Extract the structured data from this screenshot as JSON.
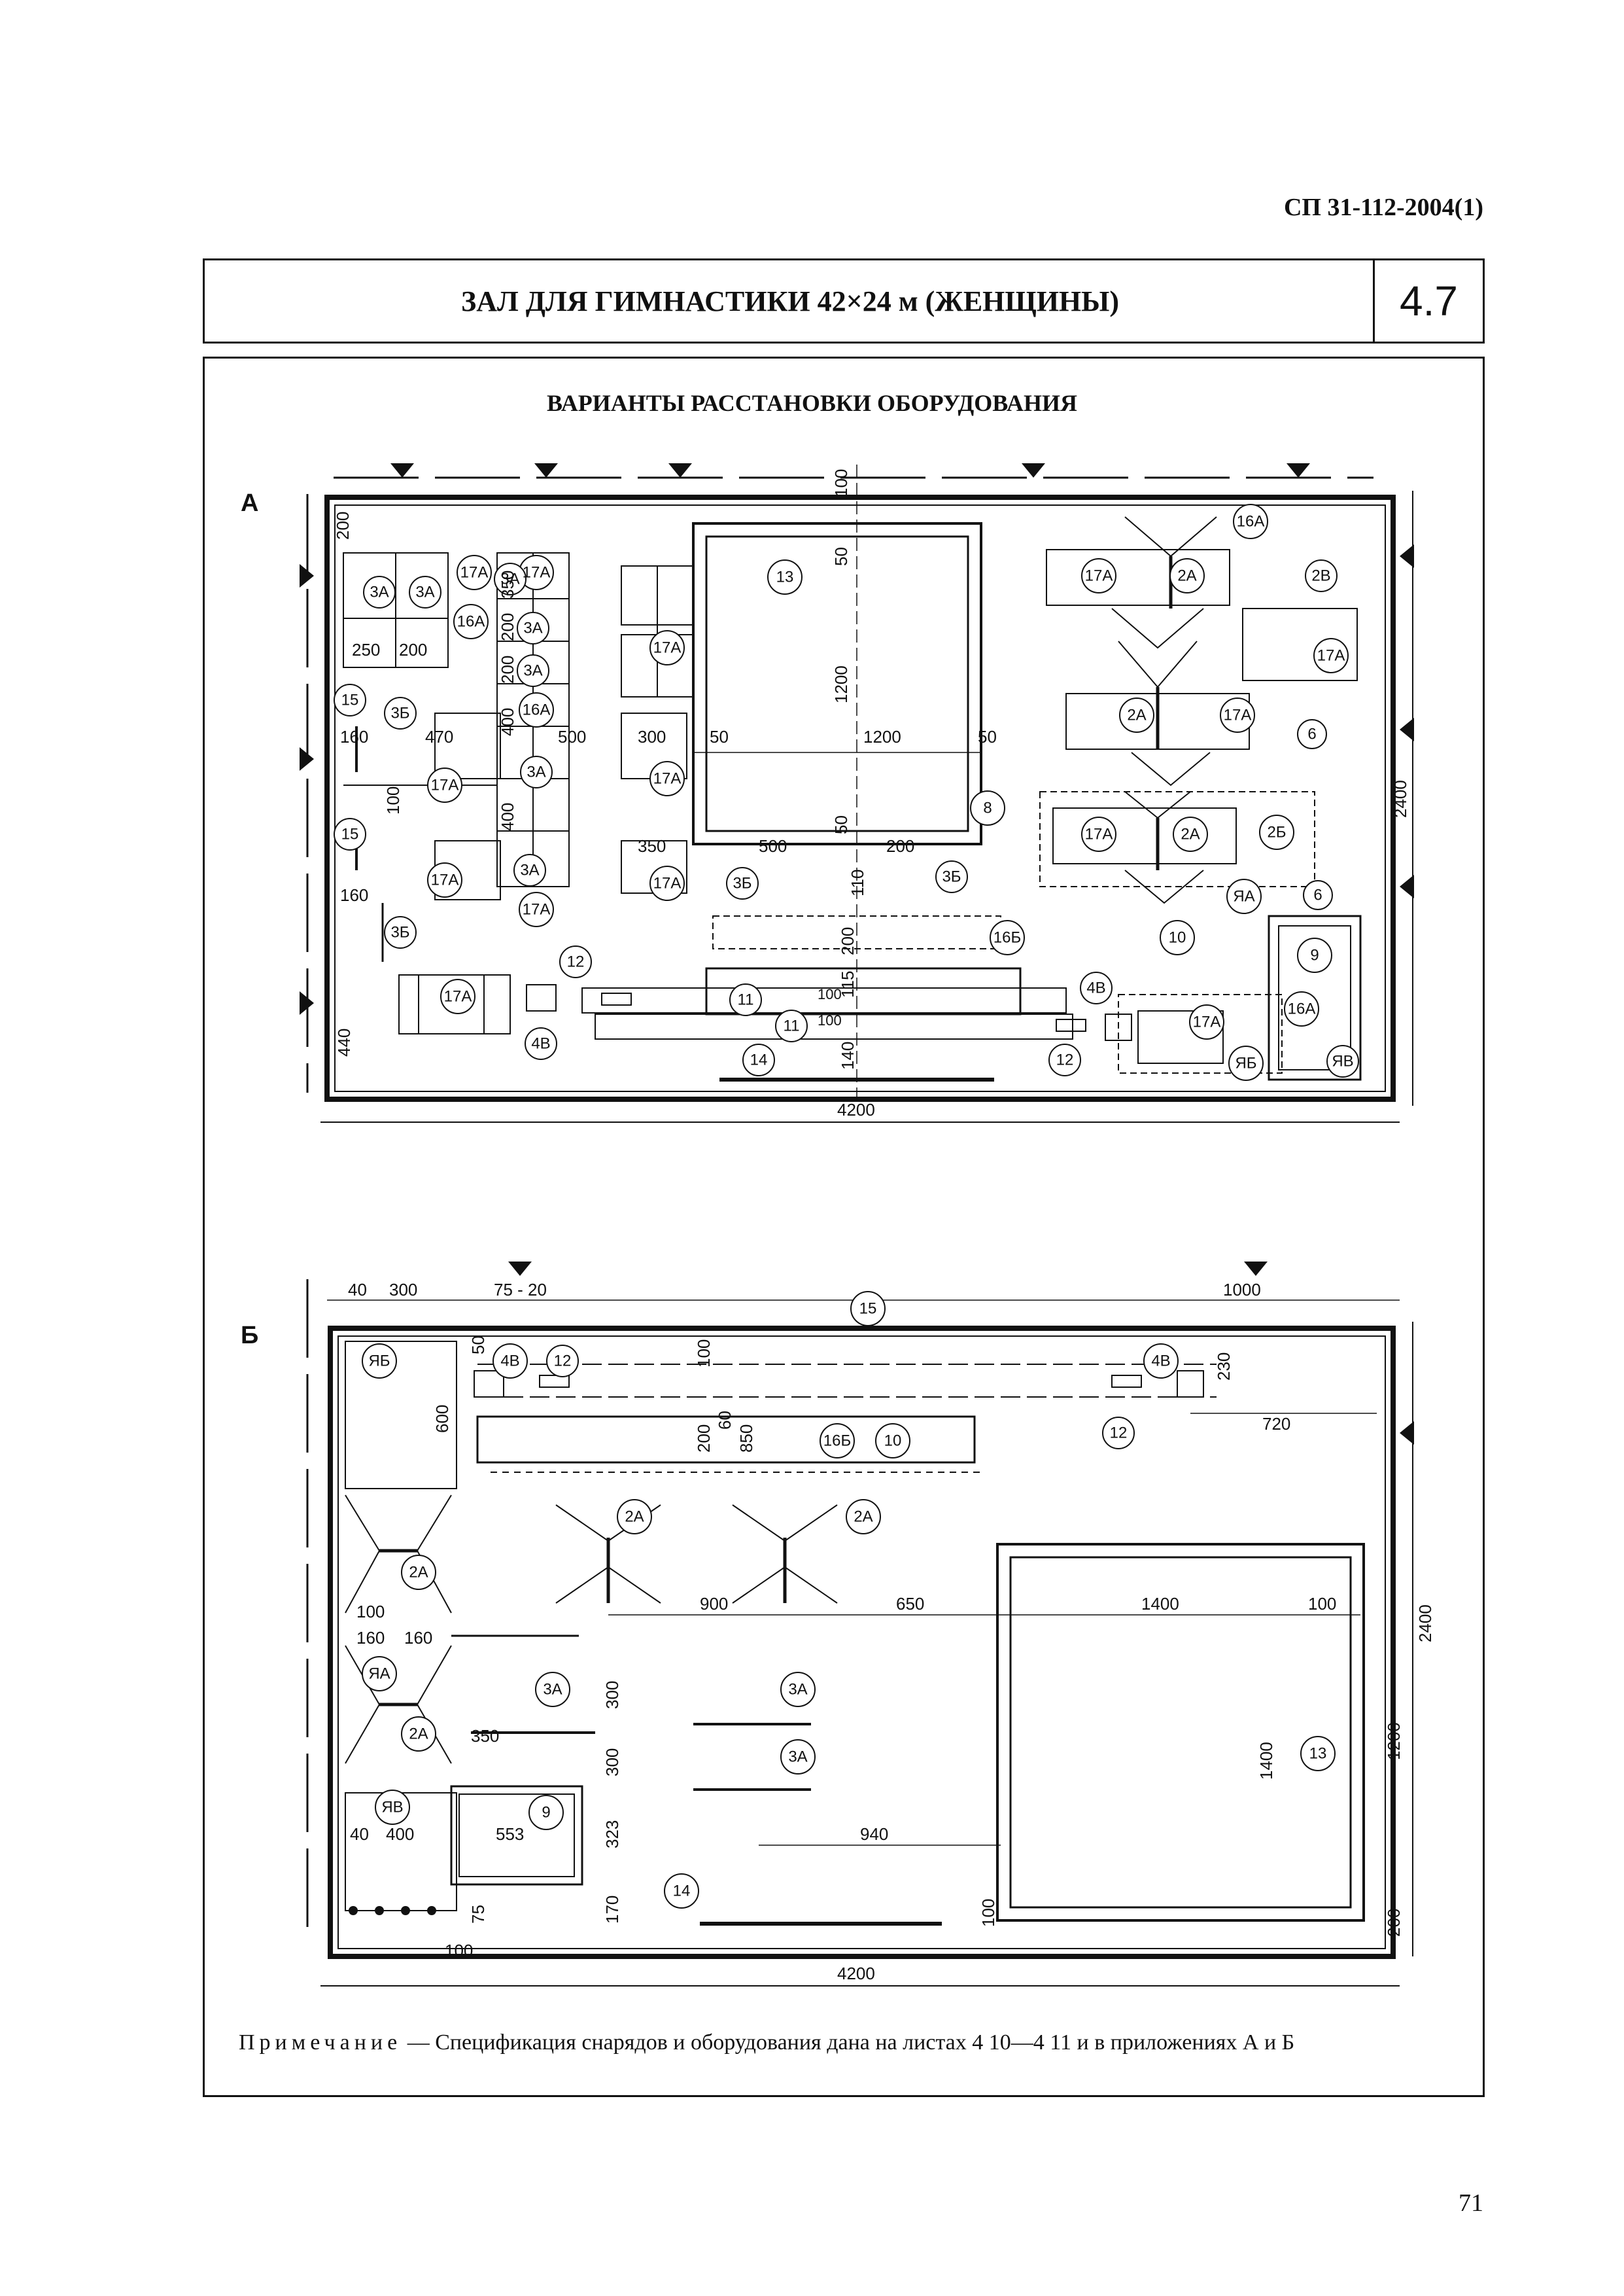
{
  "header": {
    "doc_code": "СП 31-112-2004(1)"
  },
  "title": {
    "text": "ЗАЛ ДЛЯ ГИМНАСТИКИ 42×24 м (ЖЕНЩИНЫ)",
    "sheet": "4.7"
  },
  "subtitle": "ВАРИАНТЫ РАССТАНОВКИ ОБОРУДОВАНИЯ",
  "plan_a": {
    "label": "А",
    "dims": {
      "d200": "200",
      "d350": "350",
      "d200b": "200",
      "d200c": "200",
      "d400": "400",
      "d400b": "400",
      "d250": "250",
      "d200d": "200",
      "d160": "160",
      "d470": "470",
      "d500": "500",
      "d300": "300",
      "d50": "50",
      "d1200": "1200",
      "d50b": "50",
      "d100": "100",
      "d50v": "50",
      "d1200v": "1200",
      "d50v2": "50",
      "d160b": "160",
      "d100v": "100",
      "d350b": "350",
      "d500b": "500",
      "d200e": "200",
      "d110": "110",
      "d200v": "200",
      "d115": "115",
      "d100c": "100",
      "d100d": "100",
      "d140": "140",
      "d440": "440",
      "d4200": "4200",
      "d2400": "2400"
    },
    "tags": {
      "t17a1": "17А",
      "t3a1": "3А",
      "t3a2": "3А",
      "t17a2": "17А",
      "t3a3": "3А",
      "t16a1": "16А",
      "t3a4": "3А",
      "t17a3": "17А",
      "t3a5": "3А",
      "t15a": "15",
      "t3b1": "3Б",
      "t16a2": "16А",
      "t17a4": "17А",
      "t3a6": "3А",
      "t17a5": "17А",
      "t15b": "15",
      "t17a6": "17А",
      "t3a7": "3А",
      "t17a7": "17А",
      "t3b2": "3Б",
      "t17a8": "17А",
      "t3b3": "3Б",
      "t3b4": "3Б",
      "t13": "13",
      "t8": "8",
      "t16b": "16Б",
      "t10": "10",
      "t12a": "12",
      "t11a": "11",
      "t11b": "11",
      "t14": "14",
      "t12b": "12",
      "t4b1": "4В",
      "t4b2": "4В",
      "t17a9": "17А",
      "t2a1": "2А",
      "t16a3": "16А",
      "t2v": "2В",
      "t17a10": "17А",
      "t2a2": "2А",
      "t17a11": "17А",
      "t6a": "6",
      "t17a12": "17А",
      "t2a3": "2А",
      "t2b": "2Б",
      "t6b": "6",
      "tya": "ЯА",
      "t9": "9",
      "t16a4": "16А",
      "t17a13": "17А",
      "tyb": "ЯБ",
      "tyv": "ЯВ",
      "t17a14": "17А"
    }
  },
  "plan_b": {
    "label": "Б",
    "dims": {
      "d40": "40",
      "d300": "300",
      "d7520": "75 - 20",
      "d1000": "1000",
      "d50": "50",
      "d100": "100",
      "d230": "230",
      "d600": "600",
      "d200": "200",
      "d60": "60",
      "d850": "850",
      "d720": "720",
      "d100b": "100",
      "d160a": "160",
      "d160b": "160",
      "d900": "900",
      "d650": "650",
      "d1400": "1400",
      "d100c": "100",
      "d2400": "2400",
      "d300v": "300",
      "d350": "350",
      "d300v2": "300",
      "d1400v": "1400",
      "d1200": "1200",
      "d323": "323",
      "d553": "553",
      "d40b": "40",
      "d400": "400",
      "d940": "940",
      "d170": "170",
      "d100d": "100",
      "d75": "75",
      "d200b": "200",
      "d100e": "100",
      "d4200": "4200"
    },
    "tags": {
      "t15": "15",
      "t4b1": "4В",
      "t12a": "12",
      "t4b2": "4В",
      "t12b": "12",
      "tyb": "ЯБ",
      "t16b": "16Б",
      "t10": "10",
      "t2a1": "2А",
      "t2a2": "2А",
      "t2a3": "2А",
      "tya": "ЯА",
      "t3a1": "3А",
      "t3a2": "3А",
      "t3a3": "3А",
      "t2a4": "2А",
      "tyv": "ЯВ",
      "t9": "9",
      "t13": "13",
      "t14": "14"
    }
  },
  "note": {
    "prefix": "Примечание",
    "text": " — Спецификация снарядов и оборудования дана на листах 4 10—4 11 и в приложениях А и Б"
  },
  "page_number": "71"
}
